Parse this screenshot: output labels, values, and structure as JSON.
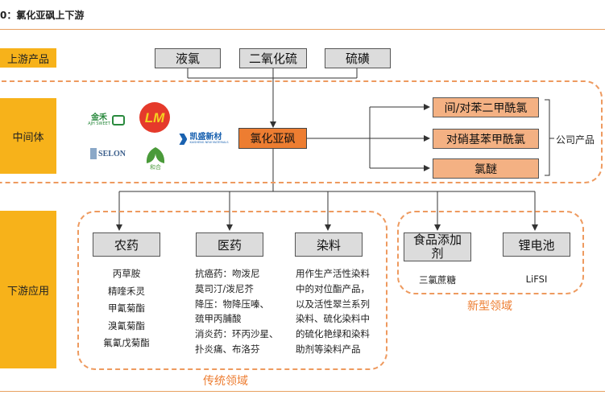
{
  "header": {
    "title": "0：氯化亚砜上下游"
  },
  "sections": {
    "upstream": "上游产品",
    "midstream": "中间体",
    "downstream": "下游应用"
  },
  "upstream": {
    "items": [
      "液氯",
      "二氧化硫",
      "硫磺"
    ]
  },
  "core": {
    "label": "氯化亚砜"
  },
  "companies": {
    "jinhe": {
      "name": "金禾",
      "sub": "AJH SWEET"
    },
    "lm": {
      "text": "LM"
    },
    "selon": {
      "name": "SELON"
    },
    "heyi": {
      "name": "和合"
    },
    "kaisheng": {
      "name": "凯盛新材",
      "sub": "KAISHENG NEW MATERIALS"
    }
  },
  "company_products": {
    "items": [
      "间/对苯二甲酰氯",
      "对硝基苯甲酰氯",
      "氯醚"
    ],
    "label": "公司产品"
  },
  "traditional": {
    "label": "传统领域",
    "categories": [
      {
        "name": "农药",
        "lines": [
          "丙草胺",
          "精喹禾灵",
          "甲氰菊酯",
          "溴氰菊酯",
          "氟氰戊菊酯"
        ]
      },
      {
        "name": "医药",
        "lines": [
          "抗癌药：吻泼尼",
          "莫司汀/泼尼芥",
          "降压：物降压嗪、",
          "巯甲丙脯酸",
          "消炎药：环丙沙星、",
          "扑炎痛、布洛芬"
        ]
      },
      {
        "name": "染料",
        "lines": [
          "用作生产活性染料",
          "中的对位酯产品，",
          "以及活性翠兰系列",
          "染料、硫化染料中",
          "的硫化艳绿和染料",
          "助剂等染料产品"
        ]
      }
    ]
  },
  "new_field": {
    "label": "新型领域",
    "categories": [
      {
        "name": "食品添加剂",
        "lines": [
          "三氯蔗糖"
        ]
      },
      {
        "name": "锂电池",
        "lines": [
          "LiFSI"
        ]
      }
    ]
  },
  "colors": {
    "accent": "#ed7d31",
    "label_bg": "#f7b21a",
    "box_gray": "#dcdcdc",
    "box_orange": "#f4b183",
    "dash": "#ee9a5f"
  }
}
